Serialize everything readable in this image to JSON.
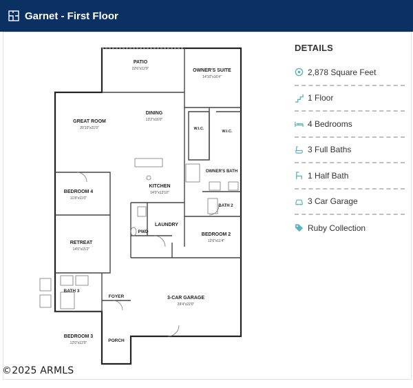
{
  "header": {
    "title": "Garnet - First Floor",
    "icon": "floorplan-icon",
    "background": "#0b3163"
  },
  "details": {
    "title": "DETAILS",
    "accent": "#5fb3bf",
    "items": [
      {
        "icon": "area-icon",
        "label": "2,878 Square Feet"
      },
      {
        "icon": "stairs-icon",
        "label": "1 Floor"
      },
      {
        "icon": "bed-icon",
        "label": "4 Bedrooms"
      },
      {
        "icon": "bath-icon",
        "label": "3 Full Baths"
      },
      {
        "icon": "half-bath-icon",
        "label": "1 Half Bath"
      },
      {
        "icon": "car-icon",
        "label": "3 Car Garage"
      },
      {
        "icon": "tag-icon",
        "label": "Ruby Collection"
      }
    ]
  },
  "floorplan": {
    "rooms": [
      {
        "name": "PATIO",
        "dims": "22'6\"x12'0\""
      },
      {
        "name": "OWNER'S SUITE",
        "dims": "14'10\"x16'4\""
      },
      {
        "name": "GREAT ROOM",
        "dims": "20'10\"x21'0\""
      },
      {
        "name": "DINING",
        "dims": "13'2\"x16'0\""
      },
      {
        "name": "W.I.C.",
        "dims": ""
      },
      {
        "name": "W.I.C.",
        "dims": ""
      },
      {
        "name": "OWNER'S BATH",
        "dims": ""
      },
      {
        "name": "KITCHEN",
        "dims": "14'0\"x13'10\""
      },
      {
        "name": "BEDROOM 4",
        "dims": "11'8\"x11'0\""
      },
      {
        "name": "BATH 2",
        "dims": ""
      },
      {
        "name": "LAUNDRY",
        "dims": ""
      },
      {
        "name": "PWD",
        "dims": ""
      },
      {
        "name": "RETREAT",
        "dims": "14'0\"x15'2\""
      },
      {
        "name": "BEDROOM 2",
        "dims": "12'6\"x11'4\""
      },
      {
        "name": "BATH 3",
        "dims": ""
      },
      {
        "name": "FOYER",
        "dims": ""
      },
      {
        "name": "3-CAR GARAGE",
        "dims": "29'4\"x22'0\""
      },
      {
        "name": "BEDROOM 3",
        "dims": "12'0\"x12'0\""
      },
      {
        "name": "PORCH",
        "dims": ""
      }
    ]
  },
  "copyright": "2025 ARMLS"
}
